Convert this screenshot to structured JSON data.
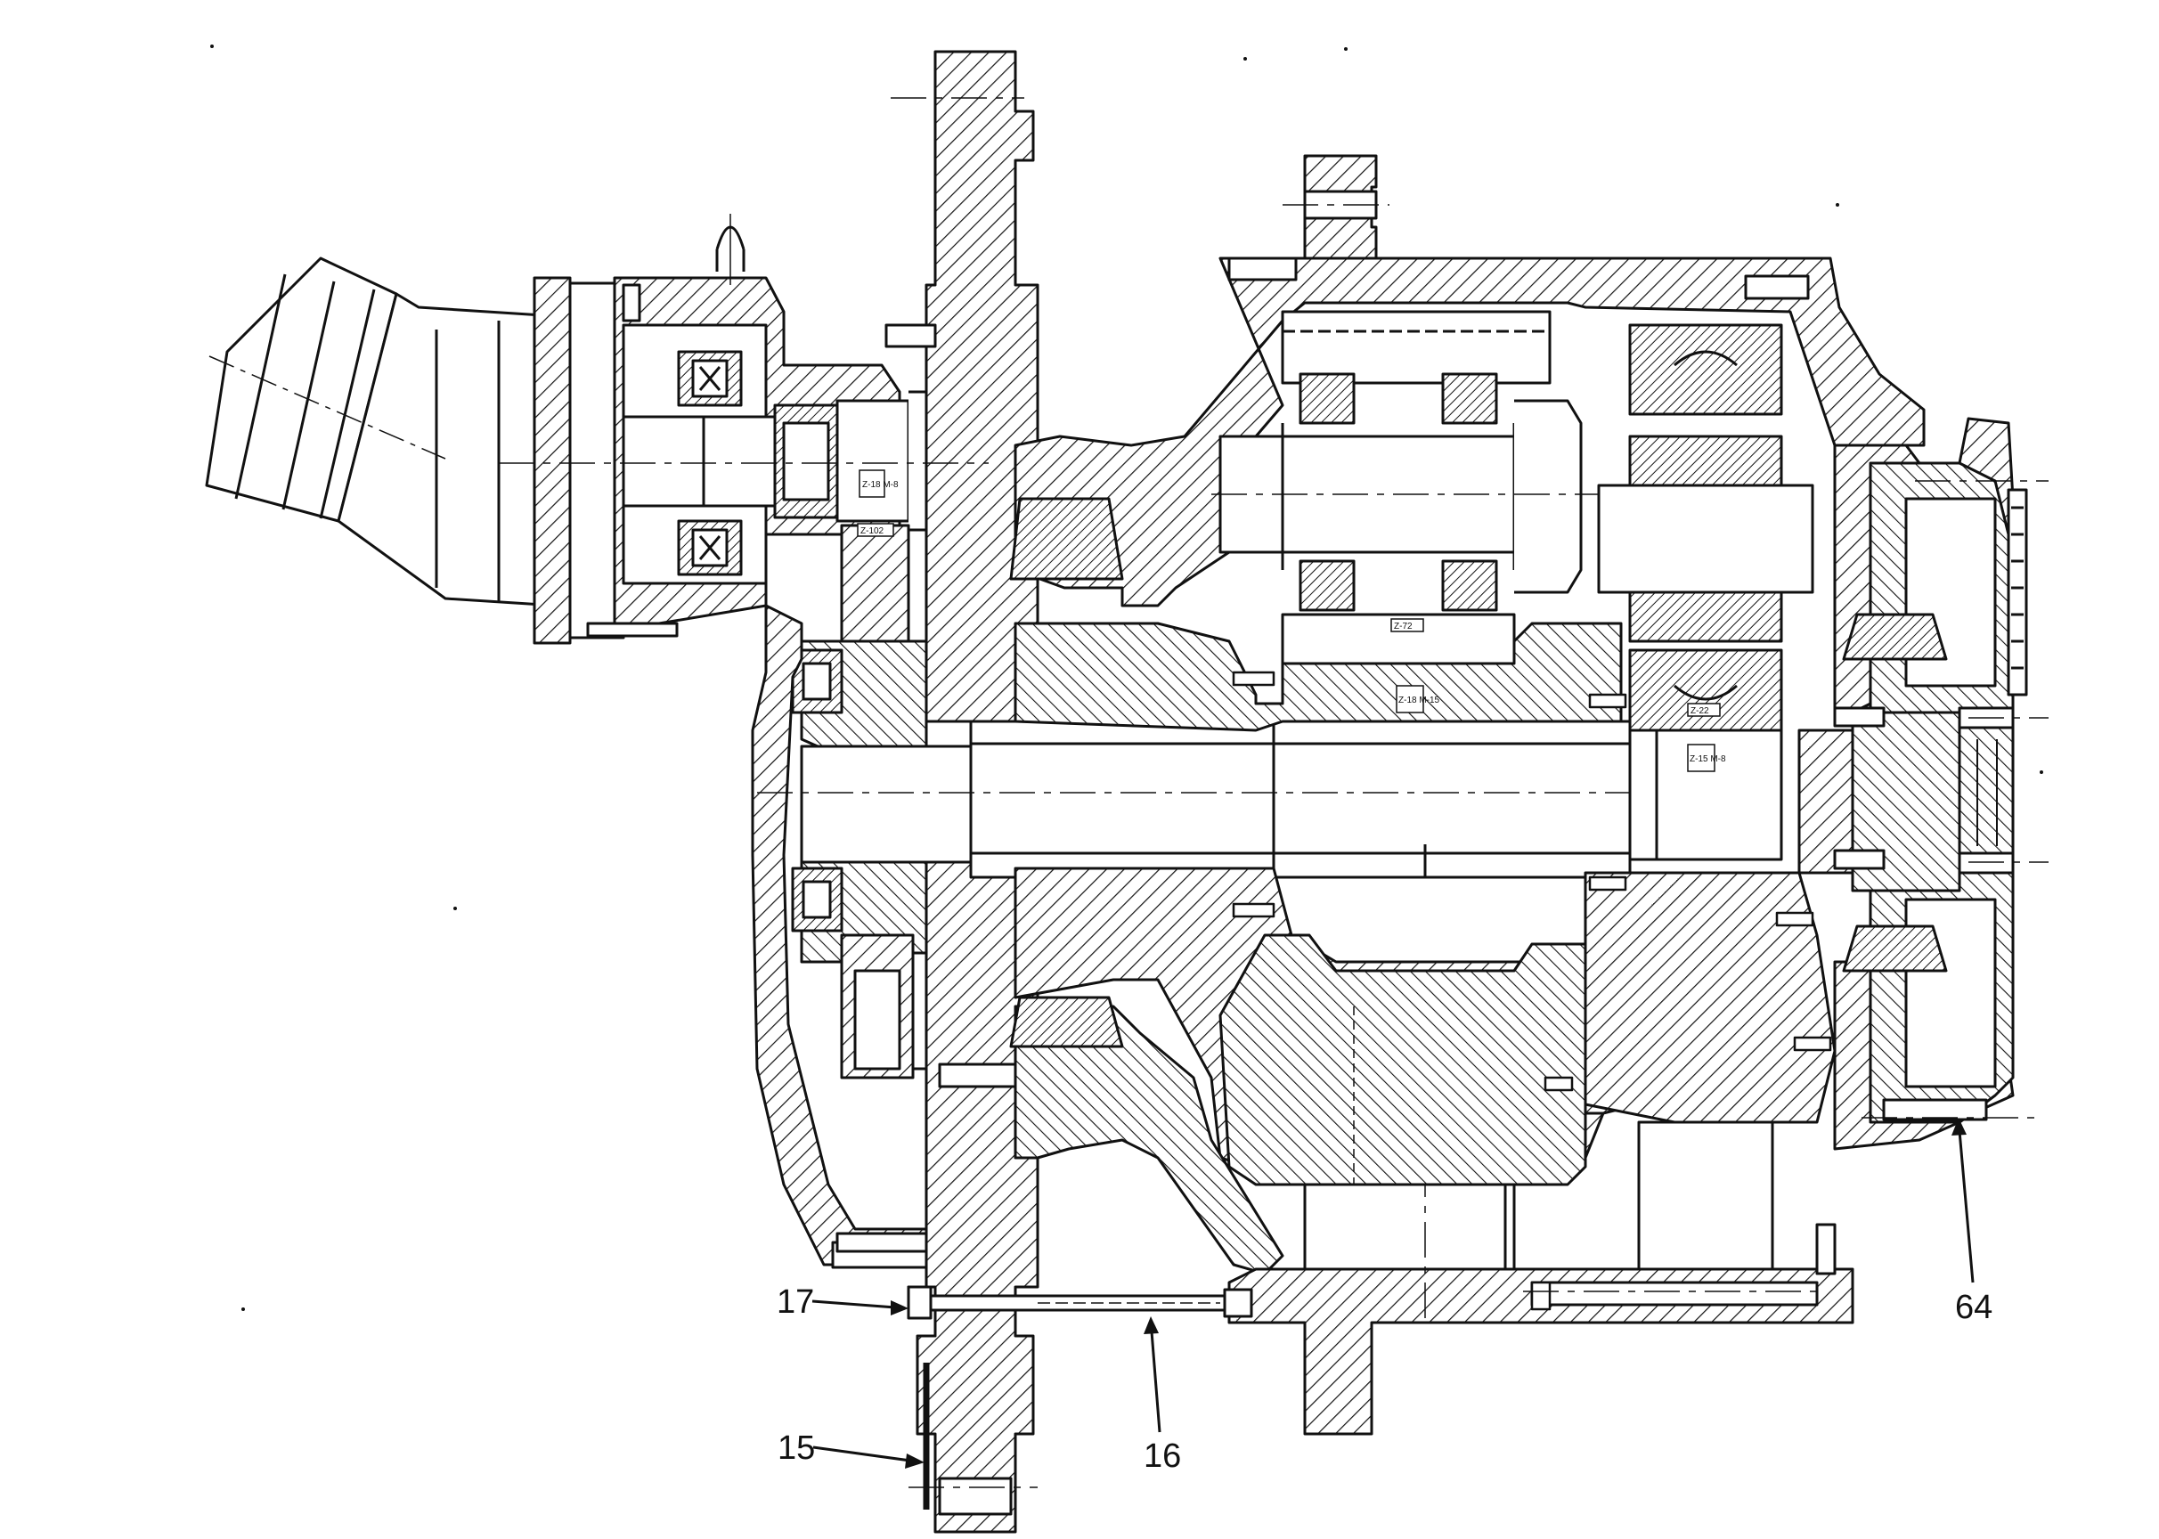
{
  "callouts": {
    "c15": "15",
    "c16": "16",
    "c17": "17",
    "c64": "64"
  },
  "stamps": {
    "z1": "Z-18 M-8",
    "z2": "Z-102",
    "z3": "Z-72",
    "z4": "Z-18 M-15",
    "z5": "Z-22",
    "z6": "Z-15 M-8"
  },
  "colors": {
    "ink": "#111111",
    "paper": "#ffffff"
  }
}
